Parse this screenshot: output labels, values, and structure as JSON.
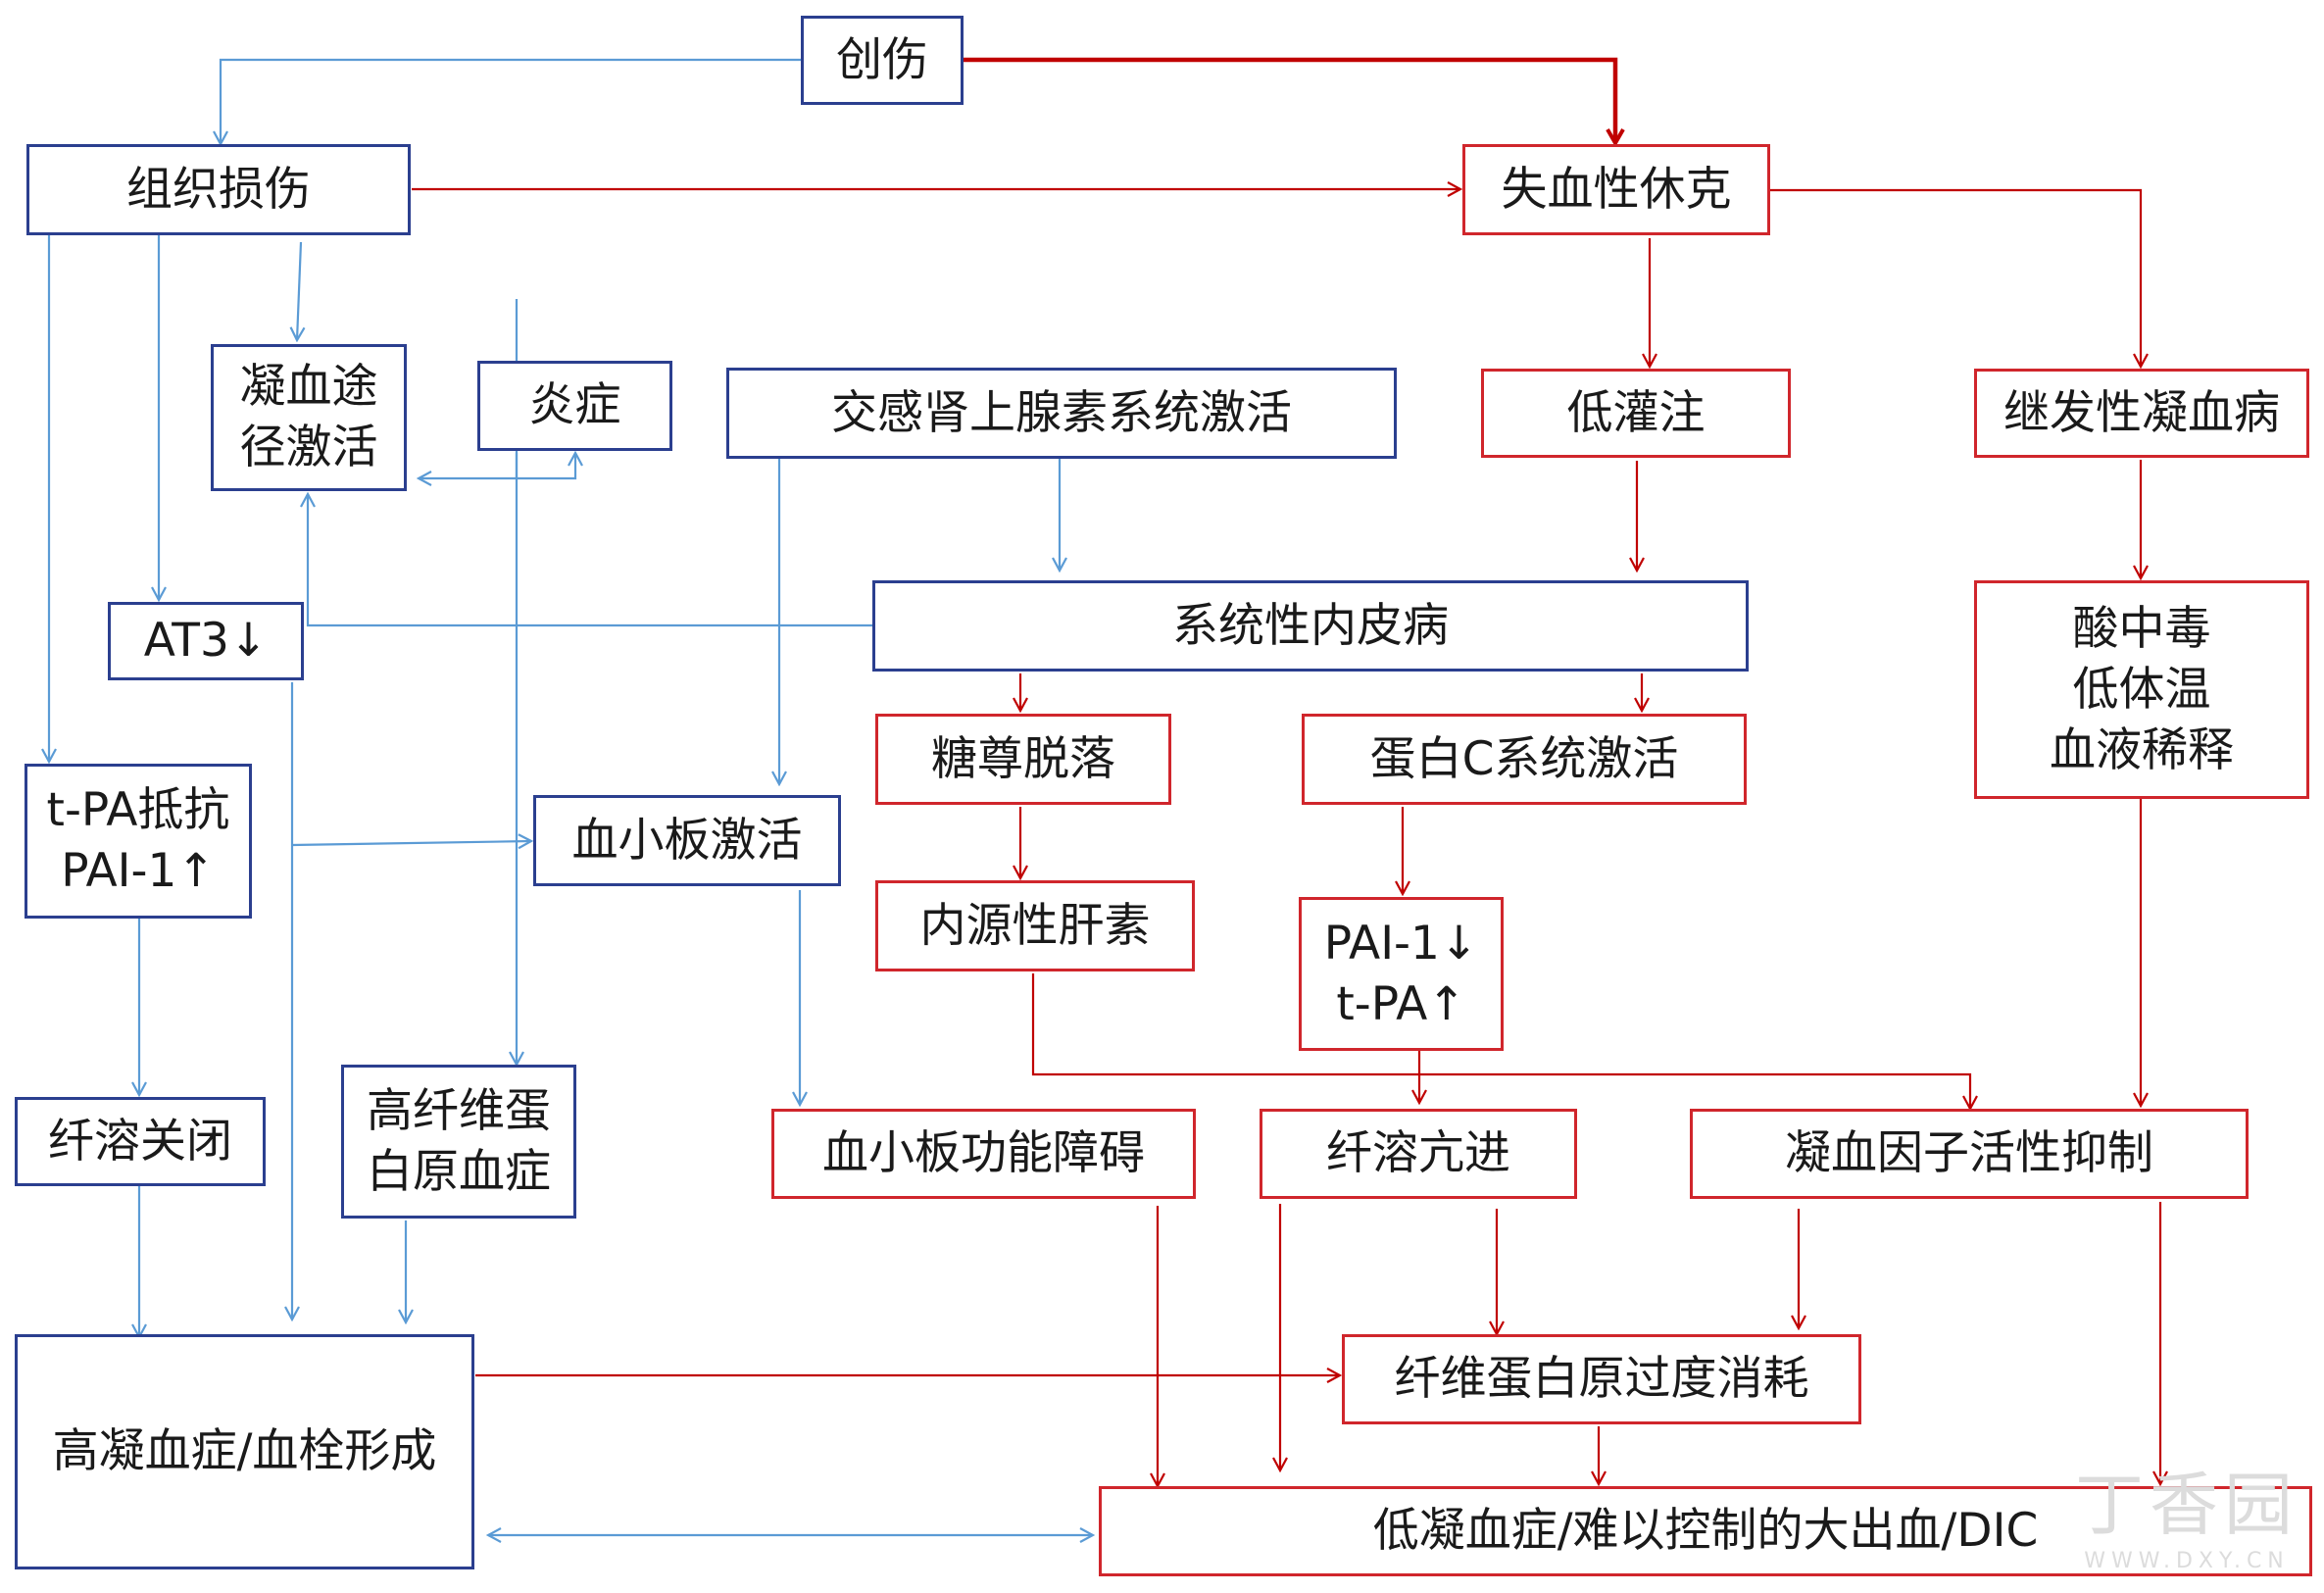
{
  "colors": {
    "blue_line": "#5b9bd5",
    "red_line": "#c00000",
    "blue_border": "#2b3f8f",
    "red_border": "#d0262c"
  },
  "nodes": {
    "trauma": "创伤",
    "tissue_injury": "组织损伤",
    "hemorrhagic_shock": "失血性休克",
    "coag_activation": "凝血途\n径激活",
    "inflammation": "炎症",
    "sympatho_adrenal": "交感肾上腺素系统激活",
    "hypoperfusion": "低灌注",
    "secondary_coagulopathy": "继发性凝血病",
    "at3": "AT3↓",
    "systemic_endotheliopathy": "系统性内皮病",
    "acidosis_group": "酸中毒\n低体温\n血液稀释",
    "tpa_resist": "t-PA抵抗\nPAI-1↑",
    "glycocalyx_shedding": "糖尊脱落",
    "protein_c_activation": "蛋白C系统激活",
    "platelet_activation": "血小板激活",
    "endogenous_heparin": "内源性肝素",
    "pai_tpa": "PAI-1↓\nt-PA↑",
    "fibrinolysis_shutdown": "纤溶关闭",
    "hyperfibrinogenemia": "高纤维蛋\n白原血症",
    "platelet_dysfunction": "血小板功能障碍",
    "hyperfibrinolysis": "纤溶亢进",
    "factor_inhibition": "凝血因子活性抑制",
    "fibrinogen_consumption": "纤维蛋白原过度消耗",
    "hypercoag": "高凝血症/血栓形成",
    "hypocoag": "低凝血症/难以控制的大出血/DIC"
  },
  "watermark": {
    "main": "丁香园",
    "sub": "WWW.DXY.CN"
  }
}
